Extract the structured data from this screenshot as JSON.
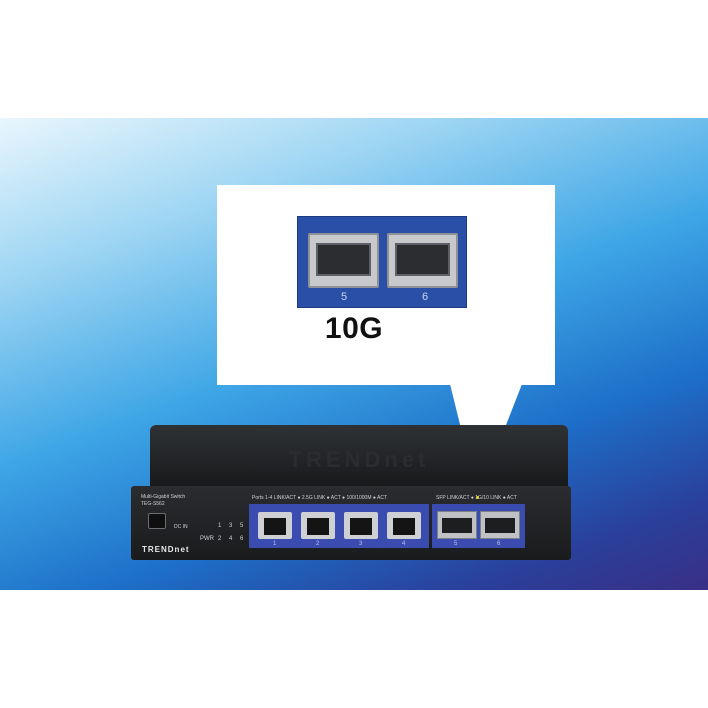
{
  "callout": {
    "zoom_port_labels": [
      "5",
      "6"
    ],
    "speed_label": "10G"
  },
  "switch": {
    "brand": "TRENDnet",
    "model_line1": "Multi-Gigabit Switch",
    "model_line2": "TEG-S562",
    "power_label": "DC IN",
    "pwr_text": "PWR",
    "led_numbers_top": [
      "1",
      "3",
      "5"
    ],
    "led_numbers_bottom": [
      "2",
      "4",
      "6"
    ],
    "legend_left": "Ports 1-4 LINK/ACT  ● 2.5G LINK  ● ACT  ● 100/1000M  ● ACT",
    "legend_right": "SFP LINK/ACT  ● 1G/10 LINK  ● ACT",
    "rj45_port_labels": [
      "1",
      "2",
      "3",
      "4"
    ],
    "sfp_port_labels": [
      "5",
      "6"
    ]
  },
  "colors": {
    "port_panel": "#3a4cb0",
    "background_start": "#e9f6fd",
    "background_end": "#3a2f86"
  }
}
